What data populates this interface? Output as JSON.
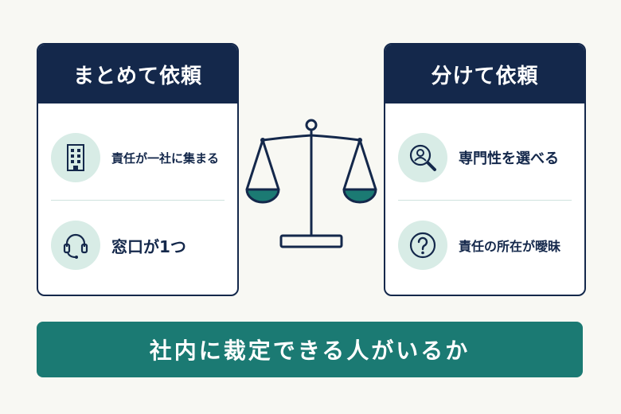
{
  "left_card": {
    "title": "まとめて依頼",
    "items": [
      {
        "icon": "building-icon",
        "label": "責任が一社に集まる"
      },
      {
        "icon": "headset-icon",
        "label": "窓口が1つ"
      }
    ]
  },
  "right_card": {
    "title": "分けて依頼",
    "items": [
      {
        "icon": "person-search-icon",
        "label": "専門性を選べる"
      },
      {
        "icon": "question-icon",
        "label": "責任の所在が曖昧"
      }
    ]
  },
  "center_icon": "balance-scale-icon",
  "banner": {
    "text": "社内に裁定できる人がいるか"
  },
  "colors": {
    "navy": "#14284b",
    "teal": "#1b7a73",
    "icon_bg": "#d8ece6",
    "background": "#f8f8f3"
  }
}
